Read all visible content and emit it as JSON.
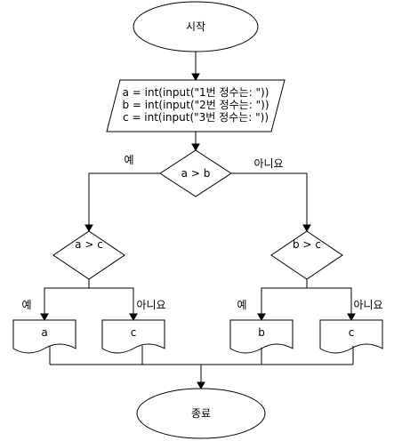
{
  "flowchart": {
    "start_label": "시작",
    "input_lines": [
      "a = int(input(\"1번 정수는: \"))",
      "b = int(input(\"2번 정수는: \"))",
      "c = int(input(\"3번 정수는: \"))"
    ],
    "decision_ab": "a > b",
    "decision_ac": "a > c",
    "decision_bc": "b > c",
    "yes_label": "예",
    "no_label": "아니요",
    "output_a": "a",
    "output_c_left": "c",
    "output_b": "b",
    "output_c_right": "c",
    "end_label": "종료"
  }
}
